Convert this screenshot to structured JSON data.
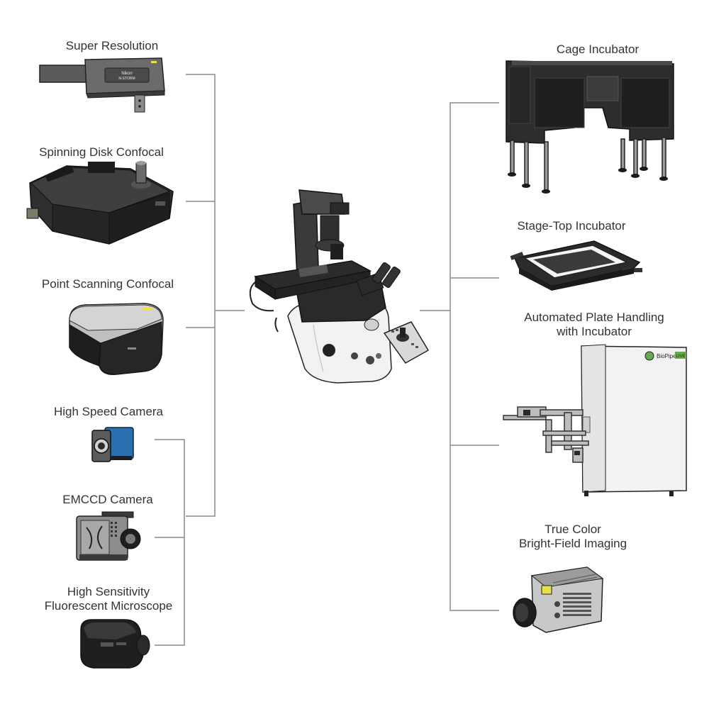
{
  "colors": {
    "connector": "#8a8a8a",
    "body_dark": "#2b2b2b",
    "body_mid": "#4a4a4a",
    "light_grey": "#d9d9d9",
    "white_body": "#f2f2f2",
    "accent_yellow": "#e8e24a",
    "accent_blue": "#2a6fb0"
  },
  "left_components": {
    "super_resolution": "Super Resolution",
    "spinning_disk": "Spinning Disk Confocal",
    "point_scanning": "Point Scanning Confocal",
    "high_speed_camera": "High Speed Camera",
    "emccd_camera": "EMCCD Camera",
    "high_sensitivity_line1": "High Sensitivity",
    "high_sensitivity_line2": "Fluorescent Microscope"
  },
  "right_components": {
    "cage_incubator": "Cage Incubator",
    "stage_top_incubator": "Stage-Top Incubator",
    "plate_handling_line1": "Automated Plate Handling",
    "plate_handling_line2": "with Incubator",
    "true_color_line1": "True Color",
    "true_color_line2": "Bright-Field Imaging"
  },
  "device_markings": {
    "nstorm_brand": "Nikon",
    "nstorm_model": "N-STORM",
    "biopipeline_brand": "BioPipeline",
    "biopipeline_badge": "LIVE"
  },
  "icons": [
    "super-resolution-module-icon",
    "spinning-disk-confocal-icon",
    "point-scanning-confocal-icon",
    "high-speed-camera-icon",
    "emccd-camera-icon",
    "fluorescent-camera-icon",
    "inverted-microscope-icon",
    "cage-incubator-icon",
    "stage-top-incubator-icon",
    "plate-handler-icon",
    "brightfield-camera-icon"
  ]
}
